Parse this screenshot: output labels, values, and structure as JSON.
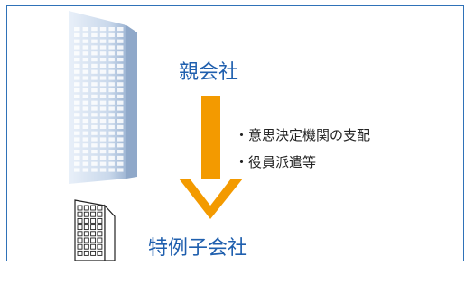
{
  "labels": {
    "parent": "親会社",
    "child": "特例子会社"
  },
  "notes": [
    "・意思決定機関の支配",
    "・役員派遣等"
  ],
  "icons": {
    "parent_building": "office-tower-icon",
    "child_building": "small-office-building-icon"
  },
  "colors": {
    "frame_border": "#2f72b8",
    "label_text": "#1f5fae",
    "arrow": "#f39a00",
    "tower_light": "#dfe8f4",
    "tower_dark": "#9bb3d2"
  }
}
